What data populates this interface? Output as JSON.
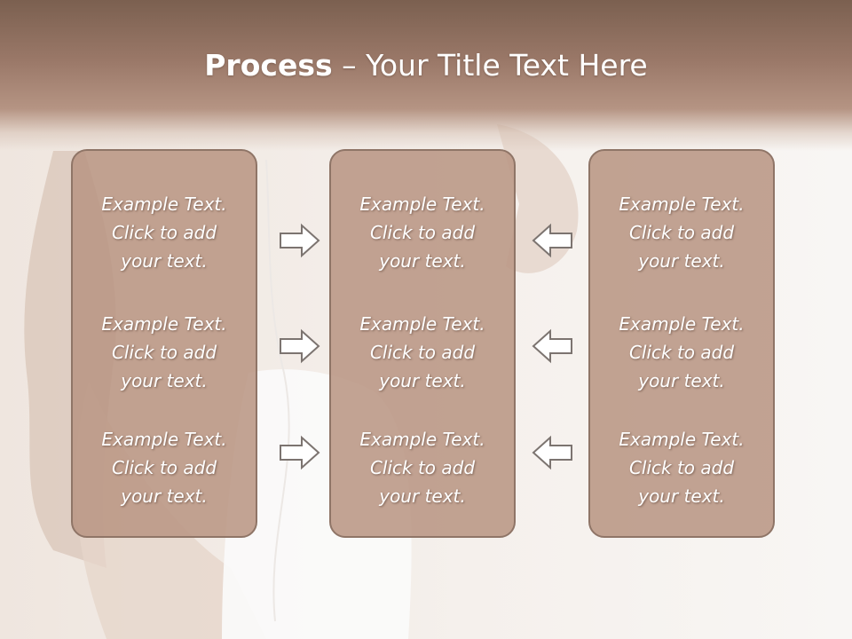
{
  "slide": {
    "title_bold": "Process",
    "title_rest": " – Your Title Text Here"
  },
  "columns": [
    {
      "items": [
        "Example Text.\nClick  to add\nyour text.",
        "Example Text.\nClick  to add\nyour text.",
        "Example Text.\nClick  to add\nyour text."
      ]
    },
    {
      "items": [
        "Example Text.\nClick  to add\nyour text.",
        "Example Text.\nClick  to add\nyour text.",
        "Example Text.\nClick  to add\nyour text."
      ]
    },
    {
      "items": [
        "Example Text.\nClick  to add\nyour text.",
        "Example Text.\nClick  to add\nyour text.",
        "Example Text.\nClick  to add\nyour text."
      ]
    }
  ],
  "arrows": {
    "left_to_mid": "right-arrow-icon",
    "right_to_mid": "left-arrow-icon"
  },
  "colors": {
    "header": "#8c6c5c",
    "box_fill": "#b9978a",
    "box_border": "#8f7567",
    "text": "#ffffff"
  }
}
